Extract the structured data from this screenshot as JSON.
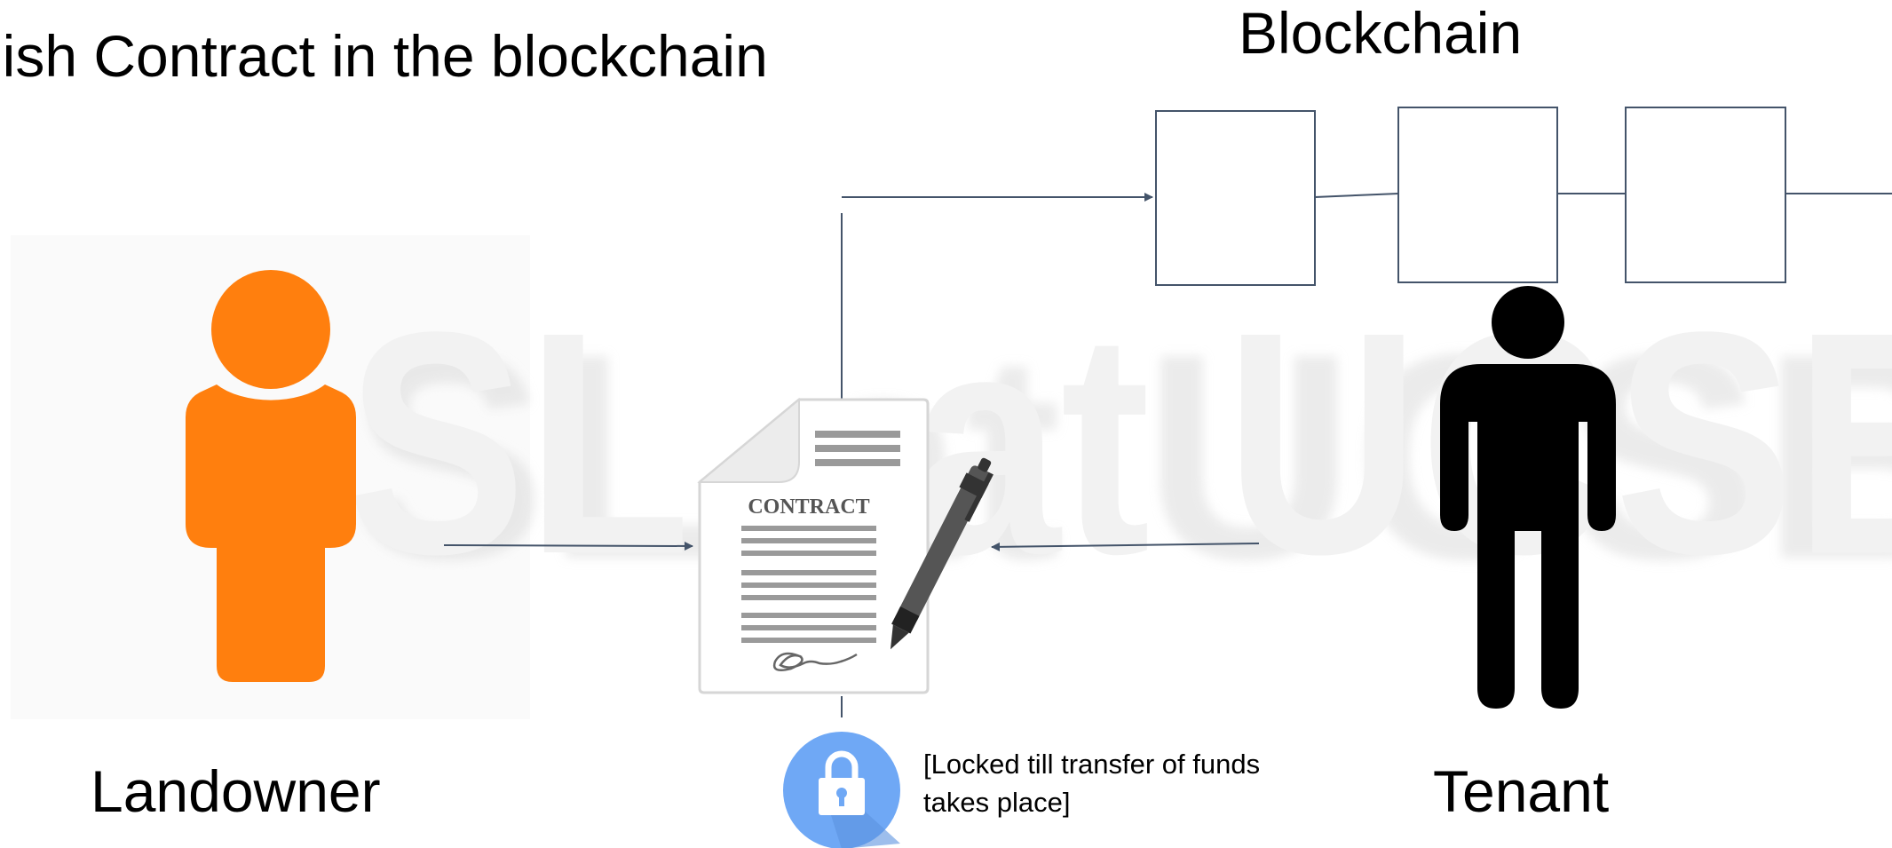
{
  "title": "lish Contract in the blockchain",
  "blockchain": {
    "label": "Blockchain",
    "block_count": 3
  },
  "landowner": {
    "label": "Landowner",
    "color": "#FF7F0E"
  },
  "tenant": {
    "label": "Tenant",
    "color": "#000000"
  },
  "contract": {
    "heading": "CONTRACT"
  },
  "lock": {
    "note": "[Locked till transfer of funds takes place]",
    "color": "#6FA8F5"
  },
  "watermark": {
    "text": "SL at UCSB"
  },
  "arrow_color": "#44546A"
}
